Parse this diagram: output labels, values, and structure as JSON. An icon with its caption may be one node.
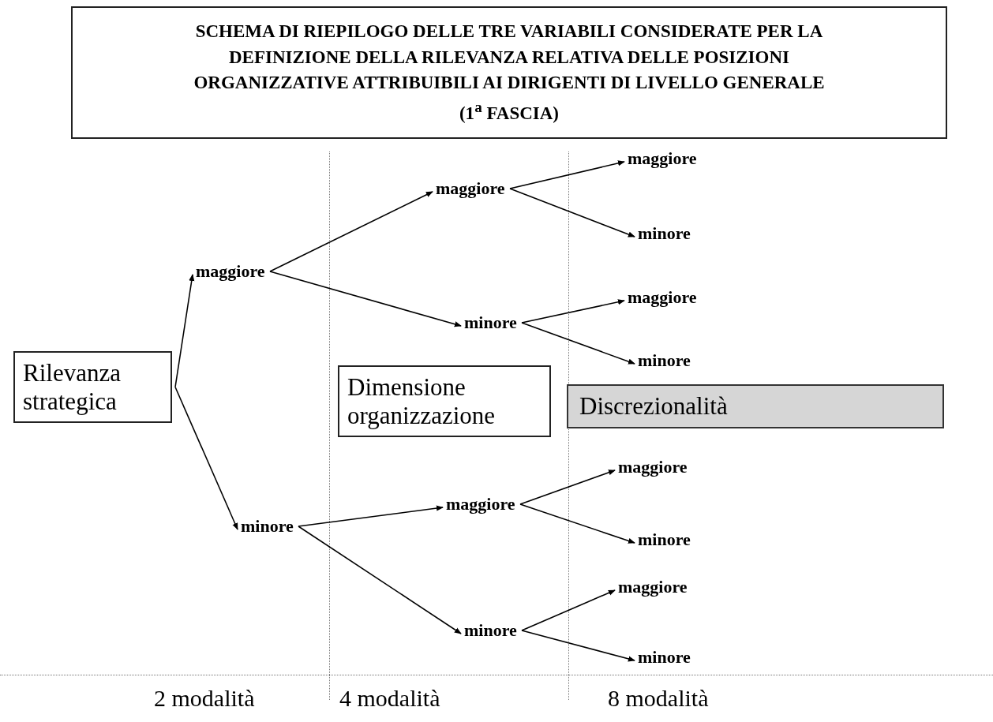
{
  "diagram": {
    "title": "SCHEMA DI RIEPILOGO DELLE TRE VARIABILI CONSIDERATE PER LA DEFINIZIONE DELLA RILEVANZA RELATIVA DELLE POSIZIONI ORGANIZZATIVE ATTRIBUIBILI AI DIRIGENTI DI LIVELLO GENERALE (1$^{a}$ FASCIA)",
    "nodes": [
      {
        "text": [
          "Rilevanza strategica"
        ]
      },
      {
        "text": [
          "maggiore"
        ]
      },
      {
        "text": [
          "minore"
        ]
      },
      {
        "text": [
          "Dimensione organizzazione"
        ]
      },
      {
        "text": [
          "maggiore"
        ]
      },
      {
        "text": [
          "minore"
        ]
      },
      {
        "text": [
          "maggiore"
        ]
      },
      {
        "text": [
          "minore"
        ]
      },
      {
        "text": [
          "Discrezionalità"
        ]
      },
      {
        "text": [
          "maggiore"
        ]
      },
      {
        "text": [
          "minore"
        ]
      },
      {
        "text": [
          "maggiore"
        ]
      },
      {
        "text": [
          "minore"
        ]
      },
      {
        "text": [
          "maggiore"
        ]
      },
      {
        "text": [
          "minore"
        ]
      },
      {
        "text": [
          "maggiore"
        ]
      },
      {
        "text": [
          "minore"
        ]
      }
    ],
    "edges": [
      {
        "from": 0,
        "to": 1,
        "arrow": "to"
      },
      {
        "from": 0,
        "to": 2,
        "arrow": "to"
      },
      {
        "from": 1,
        "to": 4,
        "arrow": "to"
      },
      {
        "from": 1,
        "to": 5,
        "arrow": "to"
      },
      {
        "from": 2,
        "to": 6,
        "arrow": "to"
      },
      {
        "from": 2,
        "to": 7,
        "arrow": "to"
      },
      {
        "from": 4,
        "to": 9,
        "arrow": "to"
      },
      {
        "from": 4,
        "to": 10,
        "arrow": "to"
      },
      {
        "from": 5,
        "to": 11,
        "arrow": "to"
      },
      {
        "from": 5,
        "to": 12,
        "arrow": "to"
      },
      {
        "from": 6,
        "to": 13,
        "arrow": "to"
      },
      {
        "from": 6,
        "to": 14,
        "arrow": "to"
      },
      {
        "from": 7,
        "to": 15,
        "arrow": "to"
      },
      {
        "from": 7,
        "to": 16,
        "arrow": "to"
      }
    ],
    "labels": [
      "2 modalità",
      "4 modalità",
      "8 modalità"
    ]
  }
}
